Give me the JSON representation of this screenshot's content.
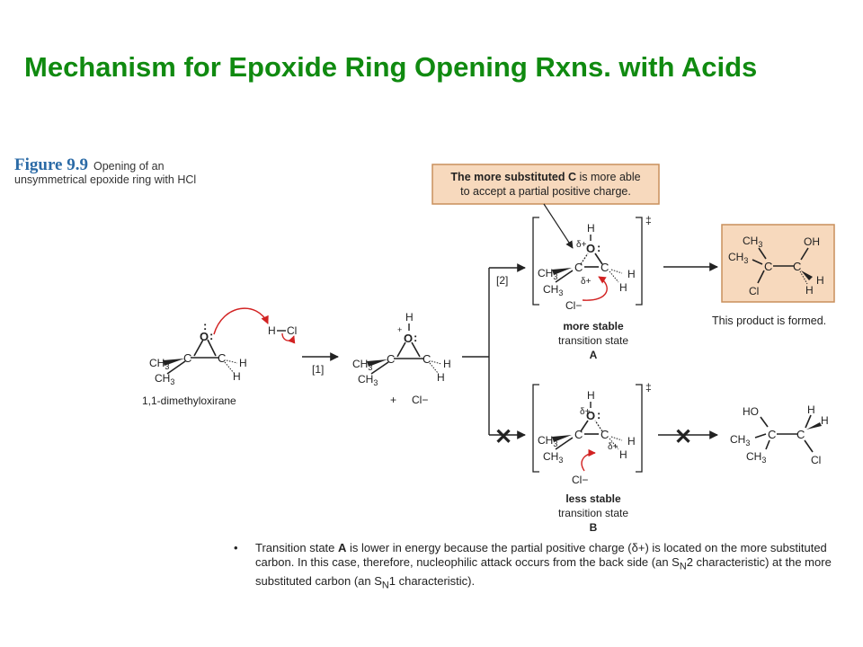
{
  "title": "Mechanism for Epoxide Ring Opening Rxns. with Acids",
  "figure": {
    "label": "Figure 9.9",
    "caption": "Opening of an unsymmetrical epoxide ring with HCl"
  },
  "callout": {
    "text_bold": "The more substituted C",
    "text_line1_rest": " is more able",
    "text_line2": "to accept a partial positive charge."
  },
  "labels": {
    "reactant_name": "1,1-dimethyloxirane",
    "step1": "[1]",
    "step2": "[2]",
    "plus": "+",
    "chloride": "Cl−",
    "ts_a_line1": "more stable",
    "ts_a_line2": "transition state",
    "ts_a_letter": "A",
    "ts_b_line1": "less stable",
    "ts_b_line2": "transition state",
    "ts_b_letter": "B",
    "product_formed": "This product is formed.",
    "double_dagger": "‡",
    "cross": "✕"
  },
  "atoms": {
    "CH3": "CH",
    "sub3": "3",
    "C": "C",
    "H": "H",
    "O": "O",
    "Cl": "Cl",
    "OH": "OH",
    "HO": "HO",
    "HCl_H": "H",
    "HCl_Cl": "Cl",
    "delta_plus": "δ+",
    "lone_pair": ":",
    "plus_charge": "+"
  },
  "note": {
    "part1": "Transition state ",
    "bold_A": "A",
    "part2": " is lower in energy because the partial positive charge (δ+) is located on the more substituted carbon. In this case, therefore, nucleophilic attack occurs from the back side (an S",
    "sub_N2": "N",
    "part3": "2 characteristic) at the more substituted carbon (an S",
    "sub_N1": "N",
    "part4": "1 characteristic)."
  },
  "colors": {
    "title": "#108a10",
    "highlight_fill": "#f7d9bd",
    "highlight_border": "#c98f5c",
    "curved_arrow": "#d22222",
    "figure_label": "#2a6aa6"
  }
}
